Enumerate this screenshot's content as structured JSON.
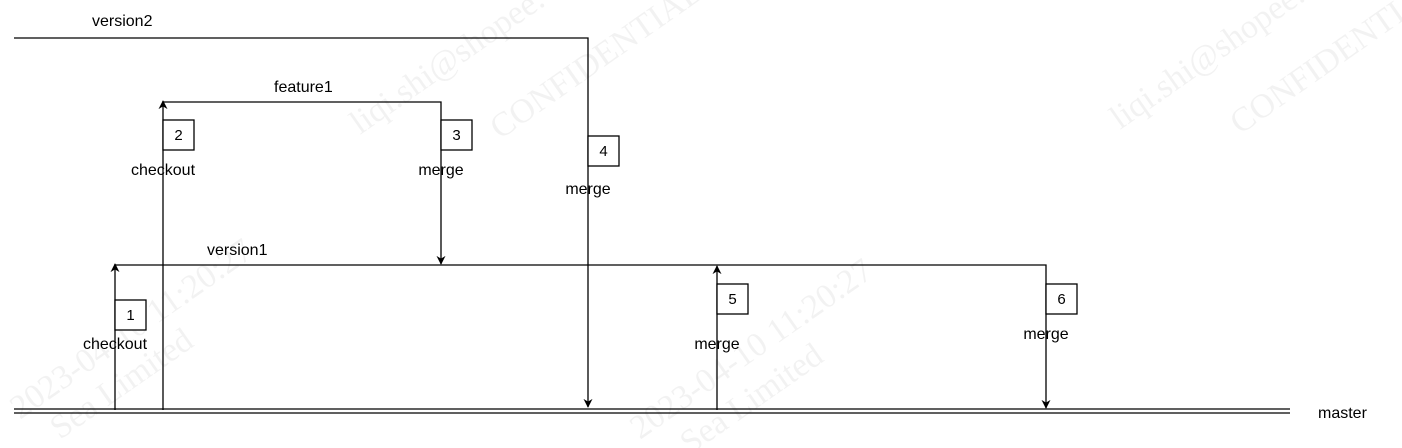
{
  "colors": {
    "line": "#000000",
    "background": "#ffffff"
  },
  "branches": {
    "version2": "version2",
    "feature1": "feature1",
    "version1": "version1",
    "master": "master"
  },
  "steps": [
    {
      "number": "1",
      "action": "checkout"
    },
    {
      "number": "2",
      "action": "checkout"
    },
    {
      "number": "3",
      "action": "merge"
    },
    {
      "number": "4",
      "action": "merge"
    },
    {
      "number": "5",
      "action": "merge"
    },
    {
      "number": "6",
      "action": "merge"
    }
  ],
  "watermark": {
    "lines": [
      "liqi.shi@shopee.",
      "CONFIDENTIAL",
      "2023-04-10 11:20:27",
      "Sea Limited"
    ]
  }
}
